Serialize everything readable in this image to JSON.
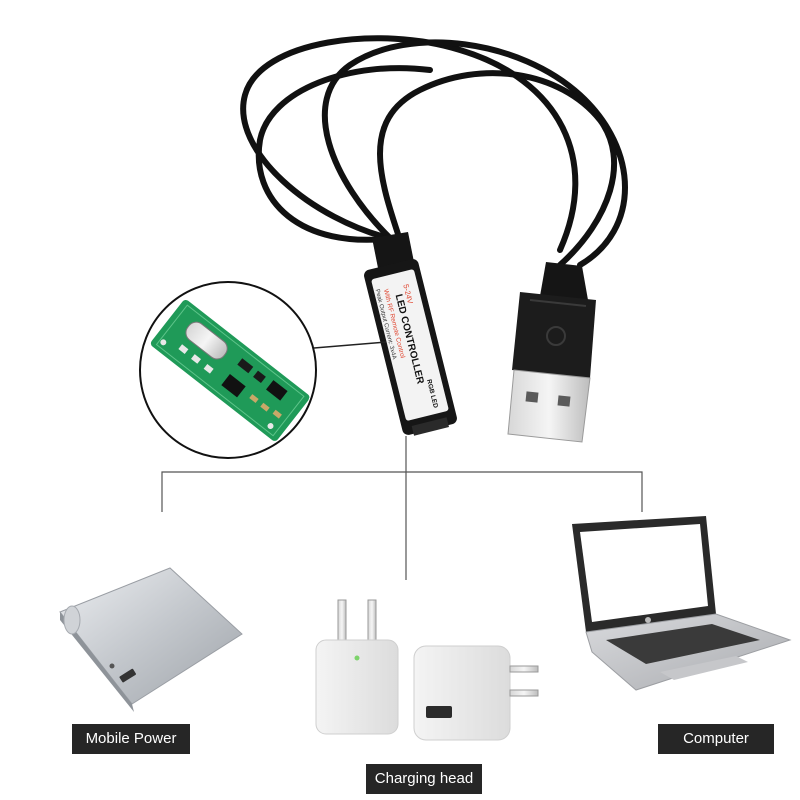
{
  "labels": {
    "mobile_power": "Mobile Power",
    "charging_head": "Charging head",
    "computer": "Computer"
  },
  "controller": {
    "title": "LED CONTROLLER",
    "subtitle": "With RF Remote Control",
    "voltage": "5-24V",
    "current": "Peak Output Current: 3x4A",
    "brand": "RGB LED"
  },
  "colors": {
    "caption_bg": "#262626",
    "caption_text": "#ffffff",
    "cable": "#111111",
    "pcb": "#1f9a58",
    "accent": "#e0452f"
  }
}
